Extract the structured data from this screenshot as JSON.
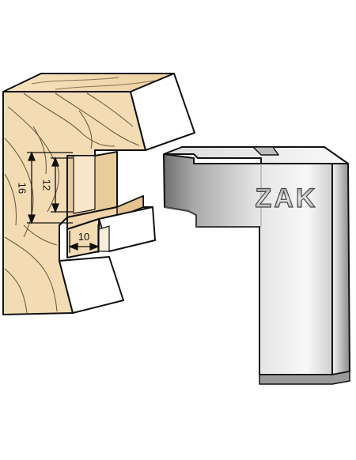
{
  "diagram": {
    "dimensions": {
      "outer_height": "16",
      "inner_height": "12",
      "depth": "10"
    },
    "brand_mark": "ZAK",
    "colors": {
      "wood_fill": "#f3dcb3",
      "wood_dark": "#e6c796",
      "wood_light": "#fbeed4",
      "end_grain": "#ffffff",
      "outline": "#111111",
      "grain": "#5a4632",
      "steel_light": "#fdfdfd",
      "steel_mid": "#cfcfcf",
      "steel_dark": "#7d7d7d"
    }
  }
}
